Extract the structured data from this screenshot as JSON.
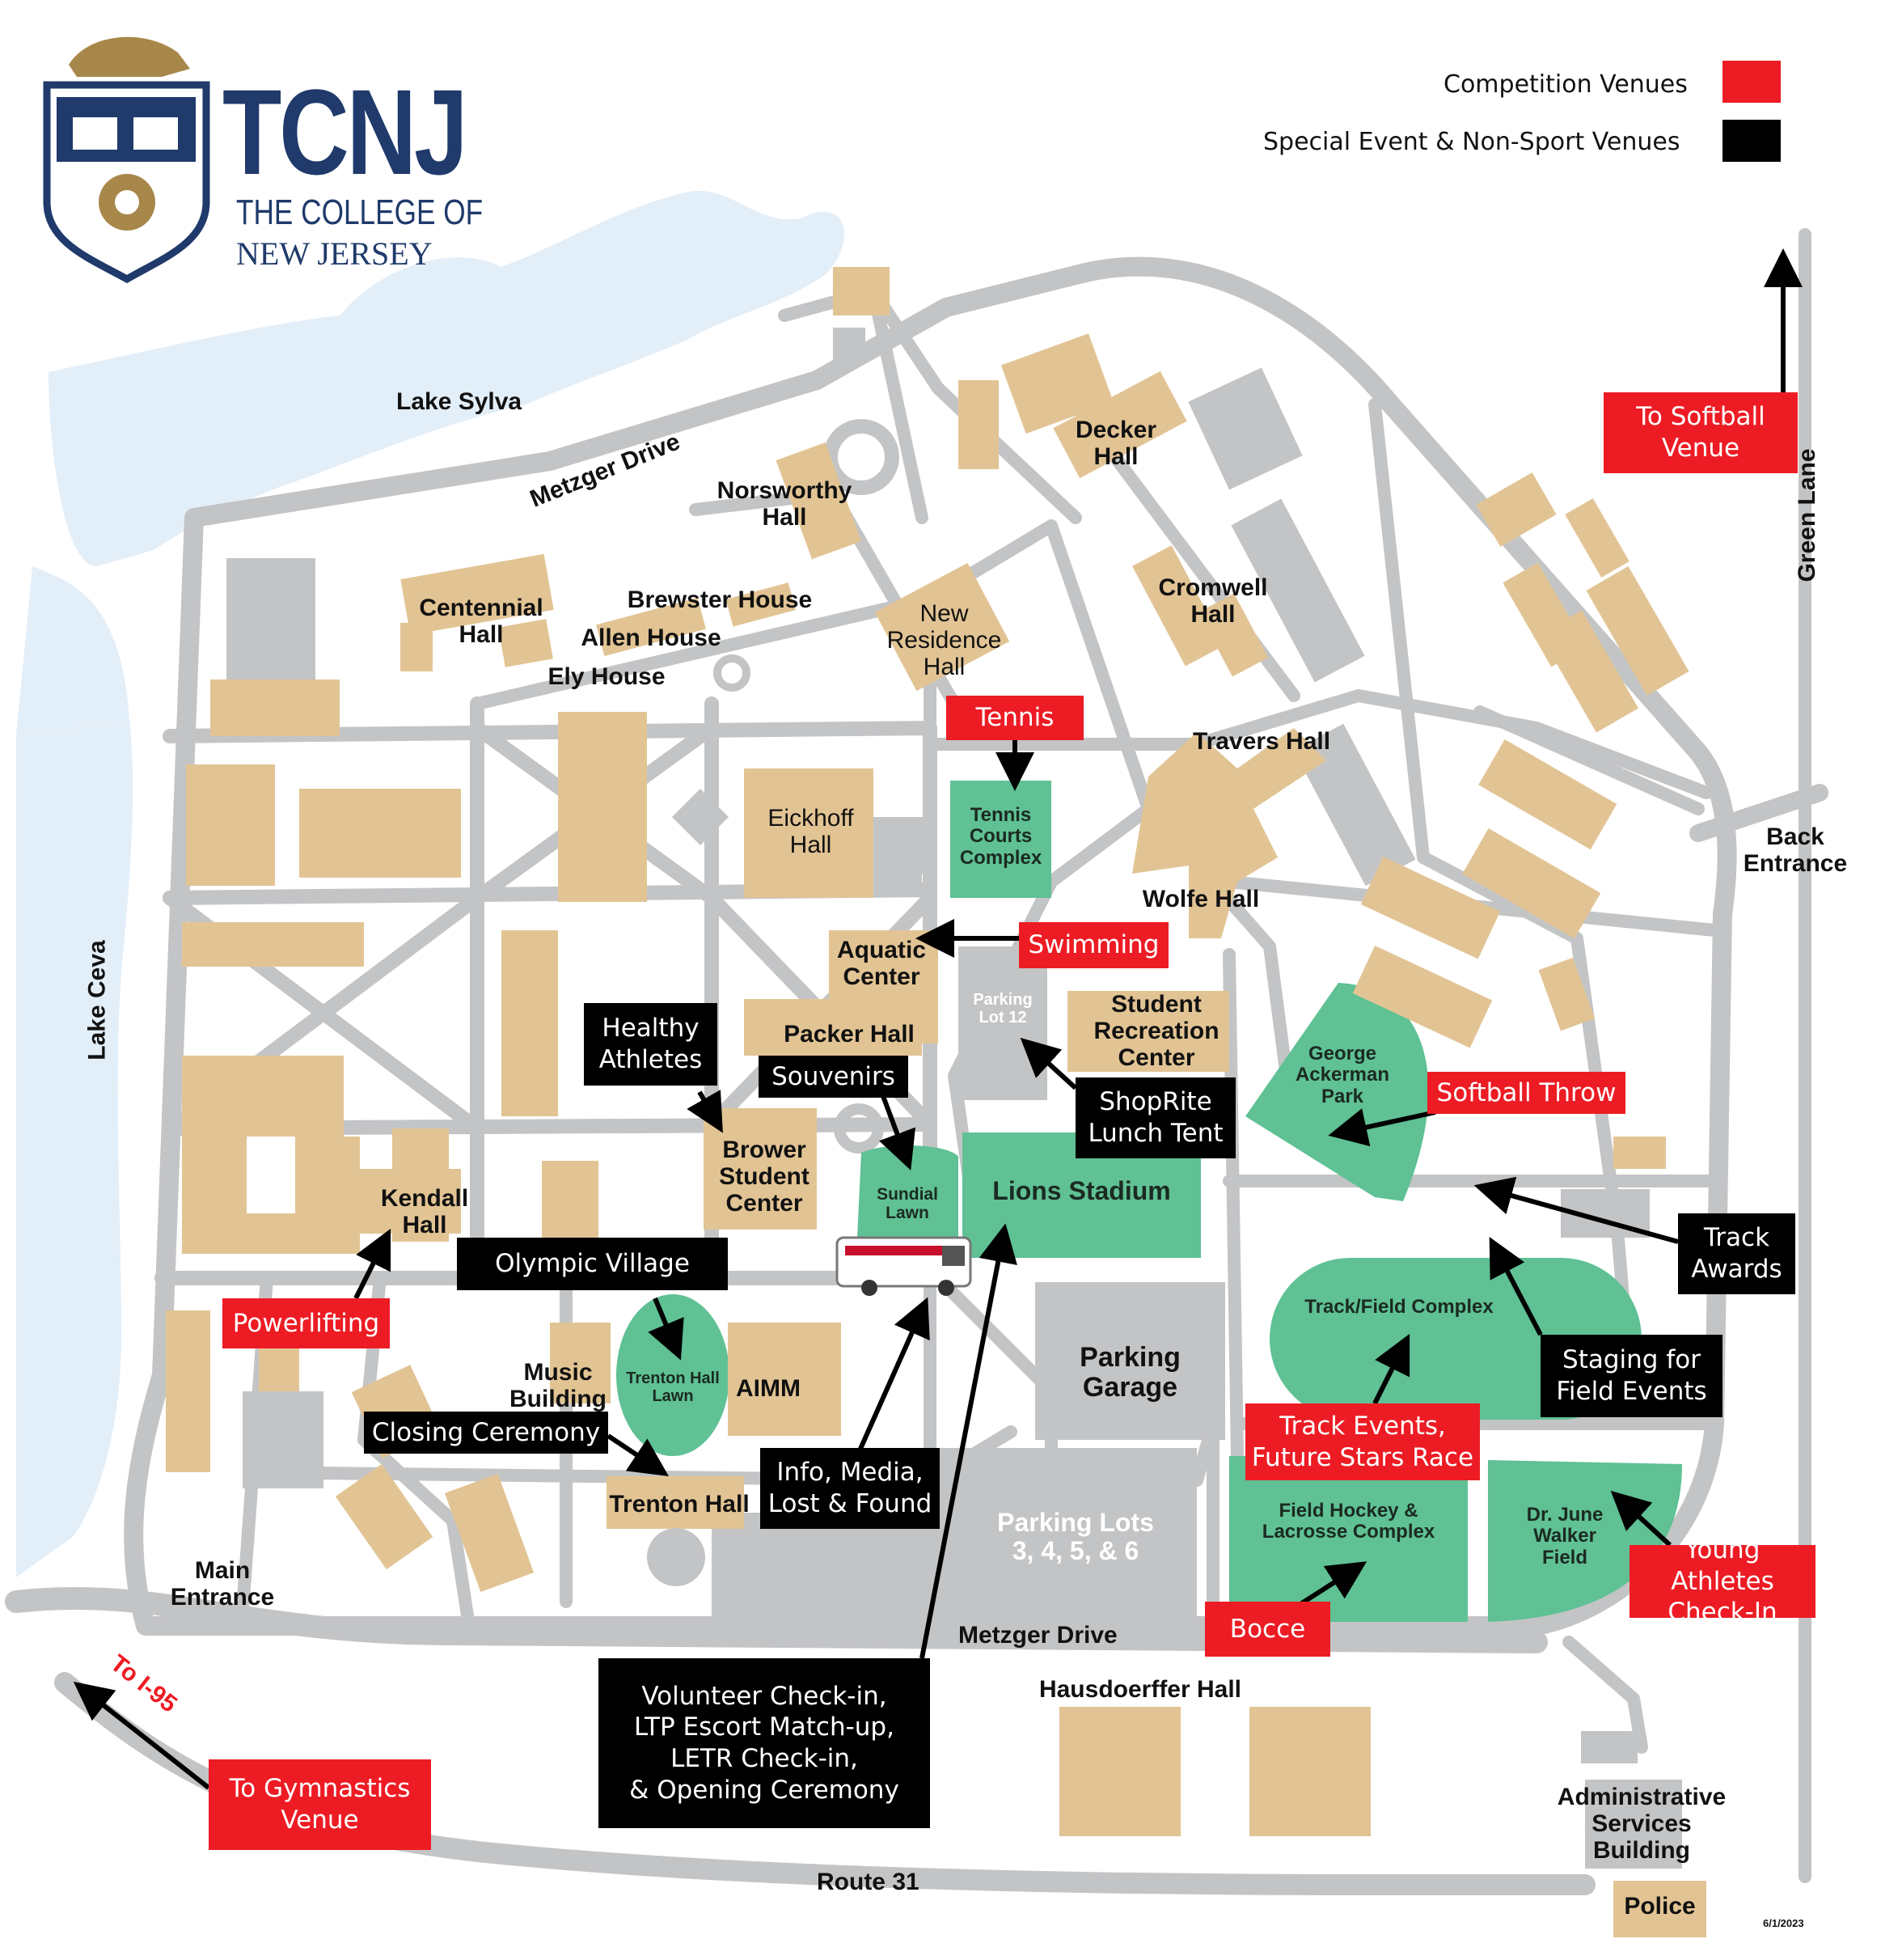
{
  "logo": {
    "wordmark": "TCNJ",
    "line2": "THE COLLEGE OF",
    "line3": "NEW JERSEY",
    "shield_icon": "lion-crest-shield-icon"
  },
  "legend": {
    "competition_label": "Competition Venues",
    "competition_color": "#ed1c24",
    "special_label": "Special Event & Non-Sport Venues",
    "special_color": "#000000"
  },
  "water": {
    "lake_sylva": "Lake Sylva",
    "lake_ceva": "Lake Ceva"
  },
  "roads": {
    "metzger_north": "Metzger Drive",
    "metzger_south": "Metzger Drive",
    "green_lane": "Green Lane",
    "route31": "Route 31",
    "to_i95": "To I-95",
    "main_entrance": "Main\nEntrance",
    "back_entrance": "Back\nEntrance"
  },
  "buildings": {
    "norsworthy": "Norsworthy\nHall",
    "decker": "Decker\nHall",
    "cromwell": "Cromwell\nHall",
    "centennial": "Centennial\nHall",
    "brewster": "Brewster House",
    "allen": "Allen House",
    "ely": "Ely House",
    "new_res": "New\nResidence\nHall",
    "travers": "Travers Hall",
    "wolfe": "Wolfe Hall",
    "eickhoff": "Eickhoff\nHall",
    "aquatic": "Aquatic\nCenter",
    "packer": "Packer Hall",
    "student_rec": "Student\nRecreation\nCenter",
    "brower": "Brower\nStudent\nCenter",
    "kendall": "Kendall\nHall",
    "music": "Music\nBuilding",
    "aimm": "AIMM",
    "trenton": "Trenton Hall",
    "hausdoerffer": "Hausdoerffer Hall",
    "admin": "Administrative\nServices\nBuilding",
    "police": "Police"
  },
  "fields": {
    "tennis_courts": "Tennis\nCourts\nComplex",
    "george_ackerman": "George\nAckerman\nPark",
    "sundial": "Sundial\nLawn",
    "lions_stadium": "Lions Stadium",
    "track_field": "Track/Field Complex",
    "trenton_lawn": "Trenton Hall\nLawn",
    "field_hockey": "Field Hockey &\nLacrosse Complex",
    "june_walker": "Dr. June\nWalker\nField"
  },
  "lots": {
    "lot12": "Parking\nLot 12",
    "garage": "Parking\nGarage",
    "lots3456": "Parking Lots\n3, 4, 5, & 6"
  },
  "venues_red": {
    "tennis": "Tennis",
    "swimming": "Swimming",
    "softball_throw": "Softball Throw",
    "powerlifting": "Powerlifting",
    "track_events": "Track Events,\nFuture Stars Race",
    "bocce": "Bocce",
    "young_athletes": "Young Athletes\nCheck-In",
    "to_softball": "To Softball\nVenue",
    "to_gymnastics": "To Gymnastics\nVenue"
  },
  "venues_black": {
    "healthy_athletes": "Healthy\nAthletes",
    "souvenirs": "Souvenirs",
    "shoprite": "ShopRite\nLunch Tent",
    "olympic_village": "Olympic Village",
    "closing": "Closing Ceremony",
    "info_media": "Info, Media,\nLost & Found",
    "volunteer": "Volunteer Check-in,\nLTP Escort Match-up,\nLETR Check-in,\n& Opening Ceremony",
    "track_awards": "Track\nAwards",
    "staging": "Staging for\nField Events"
  },
  "icons": {
    "arrow": "arrow-icon",
    "bus": "mobile-command-bus-icon"
  },
  "date": "6/1/2023"
}
